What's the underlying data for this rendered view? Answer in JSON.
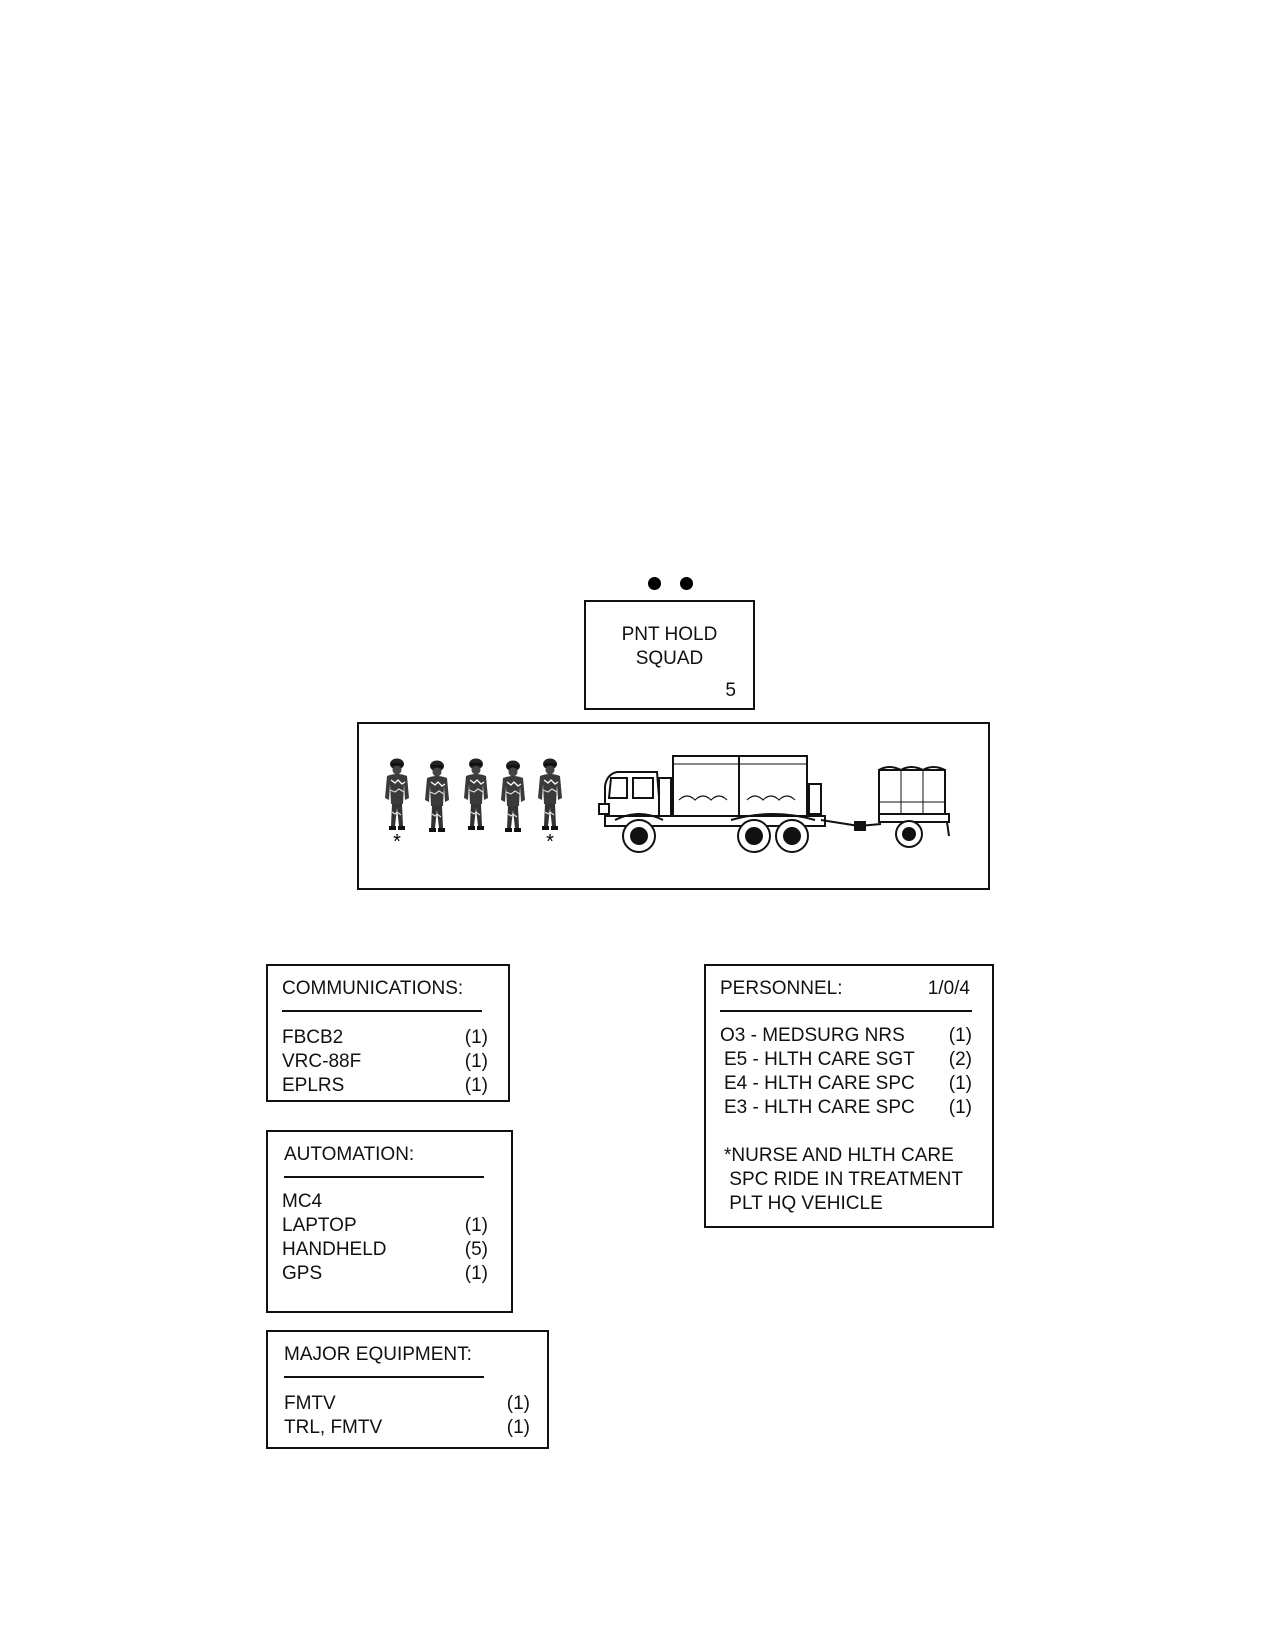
{
  "unit": {
    "echelon_symbol": "••",
    "title_line1": "PNT HOLD",
    "title_line2": "SQUAD",
    "count": "5"
  },
  "illustration": {
    "soldier_markers": [
      "*",
      "",
      "",
      "",
      "*"
    ],
    "items": [
      "soldier-icon",
      "soldier-icon",
      "soldier-icon",
      "soldier-icon",
      "soldier-icon",
      "fmtv-truck-icon",
      "fmtv-trailer-icon"
    ]
  },
  "communications": {
    "title": "COMMUNICATIONS:",
    "rows": [
      {
        "item": "FBCB2",
        "qty": "(1)"
      },
      {
        "item": "VRC-88F",
        "qty": "(1)"
      },
      {
        "item": "EPLRS",
        "qty": "(1)"
      }
    ]
  },
  "automation": {
    "title": "AUTOMATION:",
    "rows": [
      {
        "item": "MC4",
        "qty": ""
      },
      {
        "item": "LAPTOP",
        "qty": "(1)"
      },
      {
        "item": "HANDHELD",
        "qty": "(5)"
      },
      {
        "item": "GPS",
        "qty": "(1)"
      }
    ]
  },
  "major_equipment": {
    "title": "MAJOR EQUIPMENT:",
    "rows": [
      {
        "item": "FMTV",
        "qty": "(1)"
      },
      {
        "item": "TRL, FMTV",
        "qty": "(1)"
      }
    ]
  },
  "personnel": {
    "title": "PERSONNEL:",
    "strength": "1/0/4",
    "rows": [
      {
        "item": "O3 - MEDSURG NRS",
        "qty": "(1)"
      },
      {
        "item": "E5 - HLTH CARE SGT",
        "qty": "(2)"
      },
      {
        "item": "E4 - HLTH CARE SPC",
        "qty": "(1)"
      },
      {
        "item": "E3 - HLTH CARE SPC",
        "qty": "(1)"
      }
    ],
    "note_line1": "*NURSE AND HLTH CARE",
    "note_line2": " SPC RIDE IN TREATMENT",
    "note_line3": " PLT HQ VEHICLE"
  }
}
